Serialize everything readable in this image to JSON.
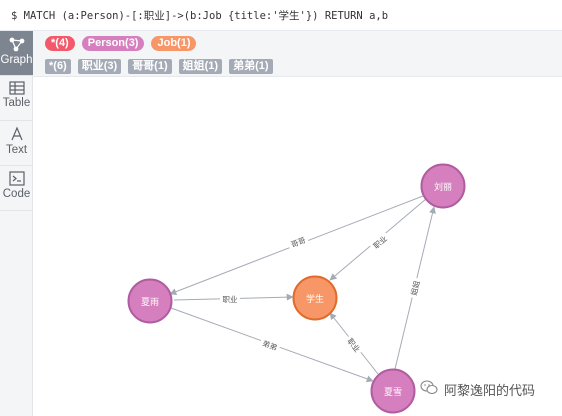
{
  "query": {
    "text": "$ MATCH (a:Person)-[:职业]->(b:Job {title:'学生'}) RETURN a,b"
  },
  "sidebar": {
    "items": [
      {
        "label": "Graph",
        "icon": "graph-icon",
        "active": true
      },
      {
        "label": "Table",
        "icon": "table-icon",
        "active": false
      },
      {
        "label": "Text",
        "icon": "text-icon",
        "active": false
      },
      {
        "label": "Code",
        "icon": "code-icon",
        "active": false
      }
    ]
  },
  "legend": {
    "nodes": [
      {
        "label": "*(4)",
        "color": "#f25a6b"
      },
      {
        "label": "Person(3)",
        "color": "#d57fbe"
      },
      {
        "label": "Job(1)",
        "color": "#f79767"
      }
    ],
    "relationships": [
      "*(6)",
      "职业(3)",
      "哥哥(1)",
      "姐姐(1)",
      "弟弟(1)"
    ]
  },
  "graph": {
    "nodes": {
      "liuli": {
        "label": "刘丽",
        "color": "#d57fbe",
        "stroke": "#b05ca0"
      },
      "xiayu": {
        "label": "夏雨",
        "color": "#d57fbe",
        "stroke": "#b05ca0"
      },
      "xuesheng": {
        "label": "学生",
        "color": "#f79767",
        "stroke": "#e06b2c"
      },
      "xiaxue": {
        "label": "夏雪",
        "color": "#d57fbe",
        "stroke": "#b05ca0"
      }
    },
    "edges": {
      "liuli_xiayu": "哥哥",
      "liuli_xuesheng": "职业",
      "xiayu_xuesheng": "职业",
      "xiayu_xiaxue": "弟弟",
      "xiaxue_xuesheng": "职业",
      "xiaxue_liuli": "姐姐"
    }
  },
  "watermark": {
    "text": "阿黎逸阳的代码",
    "icon": "wechat-icon"
  }
}
